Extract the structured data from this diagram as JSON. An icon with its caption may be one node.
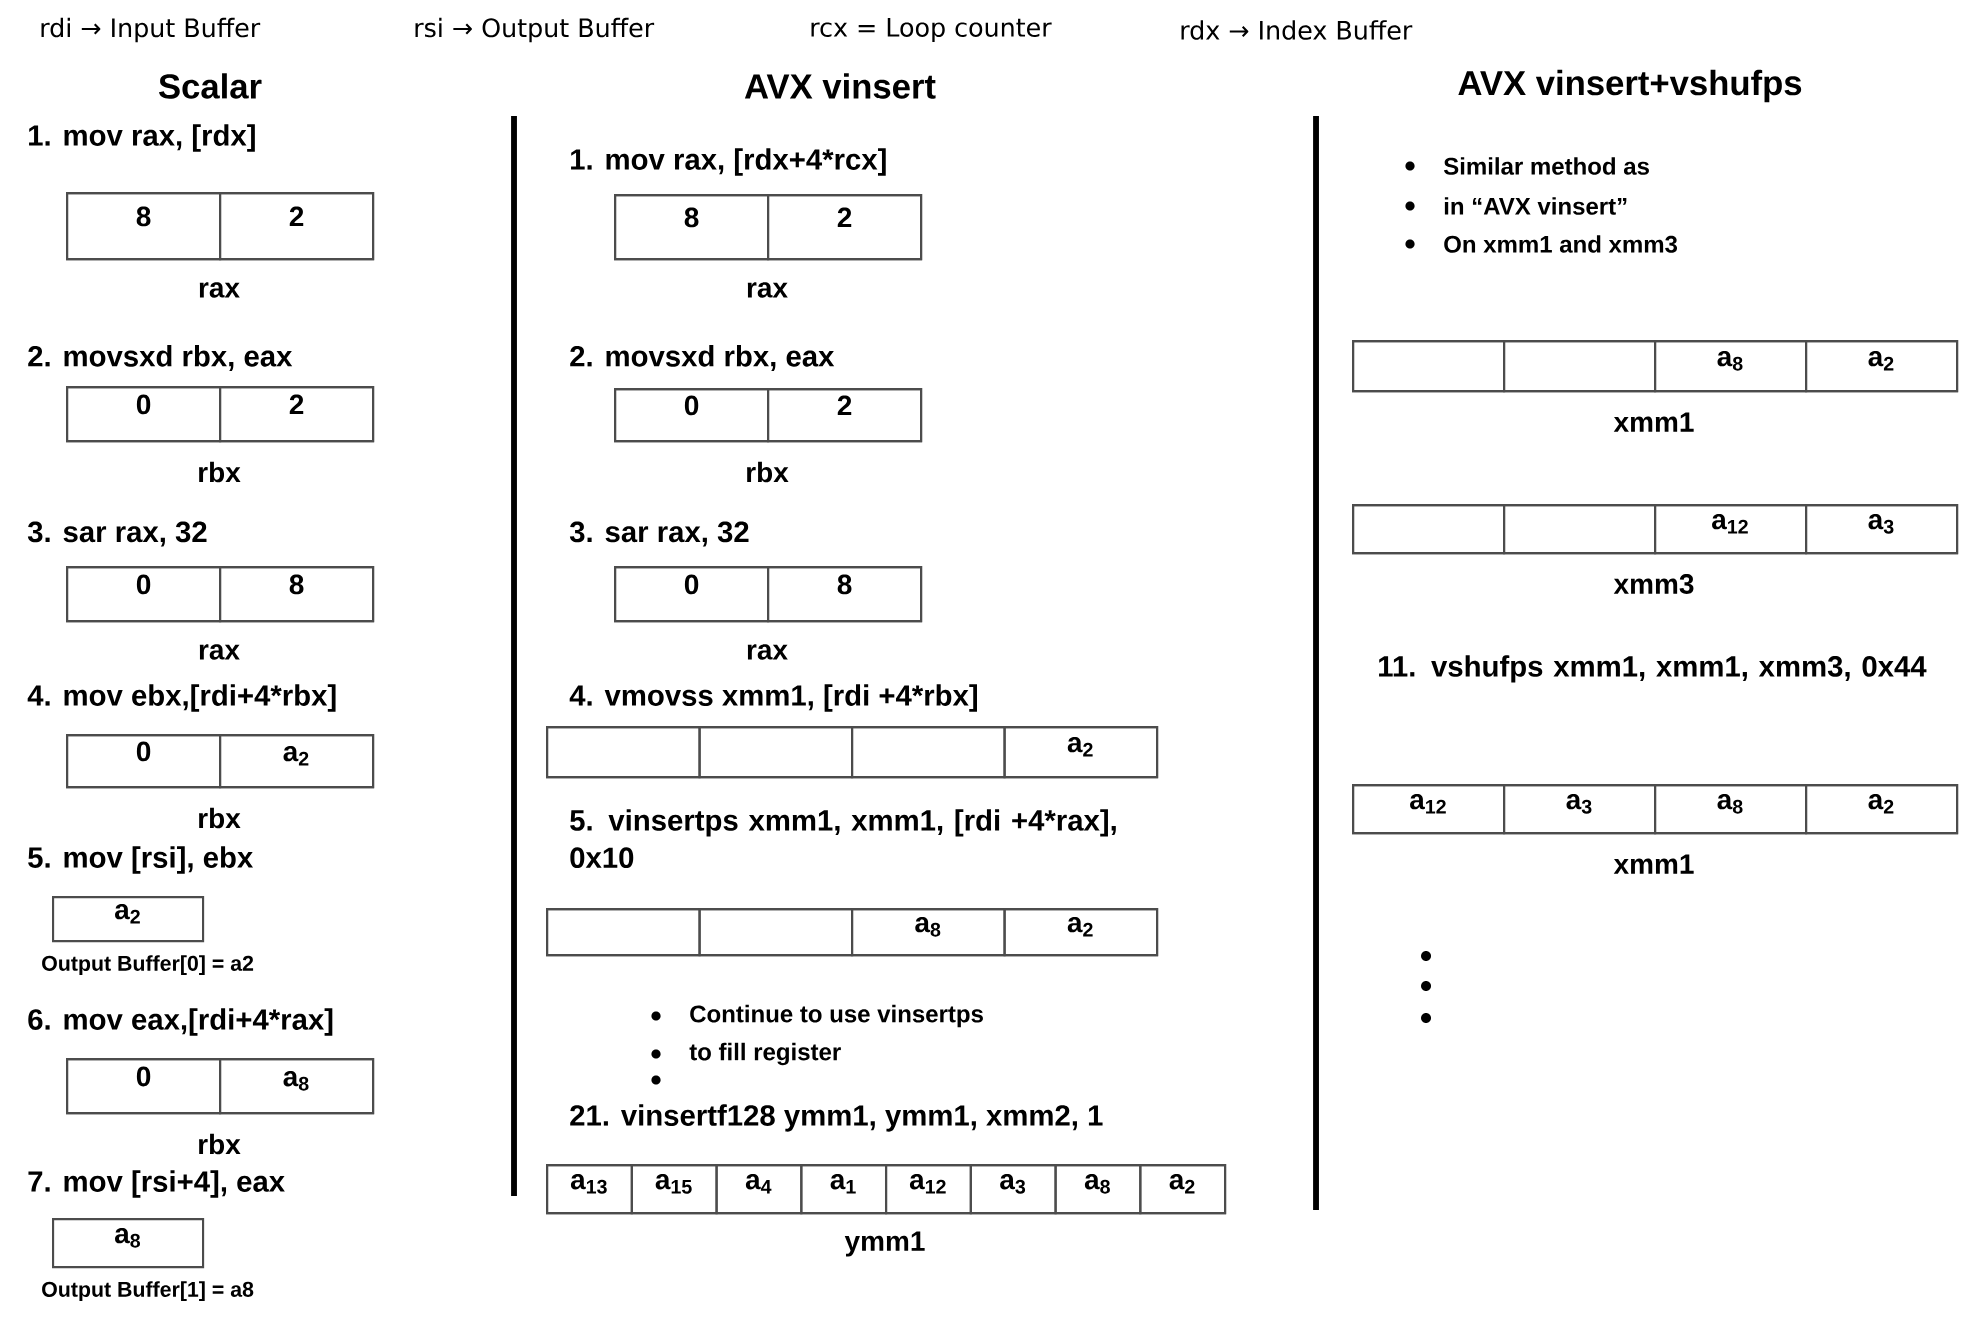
{
  "diagram": {
    "nodes": [
      {
        "text": [
          "rax"
        ]
      },
      {
        "text": [
          "8"
        ],
        "in": 0
      },
      {
        "text": [
          "2"
        ],
        "in": 0
      },
      {
        "text": [
          "rbx"
        ]
      },
      {
        "text": [
          "0"
        ],
        "in": 3
      },
      {
        "text": [
          "2"
        ],
        "in": 3
      },
      {
        "text": [
          "rax"
        ]
      },
      {
        "text": [
          "0"
        ],
        "in": 6
      },
      {
        "text": [
          "8"
        ],
        "in": 6
      },
      {
        "text": [
          "rbx"
        ]
      },
      {
        "text": [
          "0"
        ],
        "in": 9
      },
      {
        "text": [
          "a$_{2}$"
        ],
        "in": 9
      },
      {
        "text": [
          "a$_{2}$"
        ],
        "beside": [
          "Output Buffer[0] = a2"
        ]
      },
      {
        "text": [
          "rbx"
        ]
      },
      {
        "text": [
          "0"
        ],
        "in": 13
      },
      {
        "text": [
          "a$_{8}$"
        ],
        "in": 13
      },
      {
        "text": [
          "a$_{8}$"
        ],
        "beside": [
          "Output Buffer[1] = a8"
        ]
      },
      {
        "text": [
          "rax"
        ]
      },
      {
        "text": [
          "8"
        ],
        "in": 17
      },
      {
        "text": [
          "2"
        ],
        "in": 17
      },
      {
        "text": [
          "rbx"
        ]
      },
      {
        "text": [
          "0"
        ],
        "in": 20
      },
      {
        "text": [
          "2"
        ],
        "in": 20
      },
      {
        "text": [
          "rax"
        ]
      },
      {
        "text": [
          "0"
        ],
        "in": 23
      },
      {
        "text": [
          "8"
        ],
        "in": 23
      },
      {
        "text": [],
        "shape": "box"
      },
      {
        "text": [],
        "shape": "box",
        "in": 26
      },
      {
        "text": [],
        "shape": "box",
        "in": 26
      },
      {
        "text": [],
        "shape": "box",
        "in": 26
      },
      {
        "text": [
          "a$_{2}$"
        ],
        "in": 26
      },
      {
        "text": [],
        "shape": "box"
      },
      {
        "text": [],
        "shape": "box",
        "in": 31
      },
      {
        "text": [],
        "shape": "box",
        "in": 31
      },
      {
        "text": [
          "a$_{8}$"
        ],
        "in": 31
      },
      {
        "text": [
          "a$_{2}$"
        ],
        "in": 31
      },
      {
        "text": [
          "ymm1"
        ]
      },
      {
        "text": [
          "a$_{13}$"
        ],
        "in": 36
      },
      {
        "text": [
          "a$_{15}$"
        ],
        "in": 36
      },
      {
        "text": [
          "a$_{4}$"
        ],
        "in": 36
      },
      {
        "text": [
          "a$_{1}$"
        ],
        "in": 36
      },
      {
        "text": [
          "a$_{12}$"
        ],
        "in": 36
      },
      {
        "text": [
          "a$_{3}$"
        ],
        "in": 36
      },
      {
        "text": [
          "a$_{8}$"
        ],
        "in": 36
      },
      {
        "text": [
          "a$_{2}$"
        ],
        "in": 36
      },
      {
        "text": [
          "xmm1"
        ]
      },
      {
        "text": [],
        "shape": "box",
        "in": 45
      },
      {
        "text": [],
        "shape": "box",
        "in": 45
      },
      {
        "text": [
          "a$_{8}$"
        ],
        "in": 45
      },
      {
        "text": [
          "a$_{2}$"
        ],
        "in": 45
      },
      {
        "text": [
          "xmm3"
        ]
      },
      {
        "text": [],
        "shape": "box",
        "in": 50
      },
      {
        "text": [],
        "shape": "box",
        "in": 50
      },
      {
        "text": [
          "a$_{12}$"
        ],
        "in": 50
      },
      {
        "text": [
          "a$_{3}$"
        ],
        "in": 50
      },
      {
        "text": [
          "xmm1"
        ]
      },
      {
        "text": [
          "a$_{12}$"
        ],
        "in": 55
      },
      {
        "text": [
          "a$_{3}$"
        ],
        "in": 55
      },
      {
        "text": [
          "a$_{8}$"
        ],
        "in": 55
      },
      {
        "text": [
          "a$_{2}$"
        ],
        "in": 55
      }
    ],
    "labels": [
      "rdi → Input Buffer",
      "rsi → Output Buffer",
      "rcx = Loop counter",
      "rdx → Index Buffer",
      "Scalar",
      "AVX vinsert",
      "AVX vinsert+vshufps",
      "1. mov rax, [rdx]",
      "2. movsxd rbx, eax",
      "3. sar rax, 32",
      "4. mov ebx,[rdi+4*rbx]",
      "5. mov [rsi], ebx",
      "6. mov eax,[rdi+4*rax]",
      "7. mov [rsi+4], eax",
      "1. mov rax, [rdx+4*rcx]",
      "2. movsxd rbx, eax",
      "3. sar rax, 32",
      "4. vmovss xmm1, [rdi +4*rbx]",
      "5. vinsertps xmm1, xmm1, [rdi +4*rax], 0x10",
      "Continue to use vinsertps",
      "to fill register",
      "21. vinsertf128 ymm1, ymm1, xmm2, 1",
      "Similar method as",
      "in “AVX vinsert”",
      "On xmm1 and xmm3",
      "11. vshufps xmm1, xmm1, xmm3, 0x44"
    ]
  }
}
